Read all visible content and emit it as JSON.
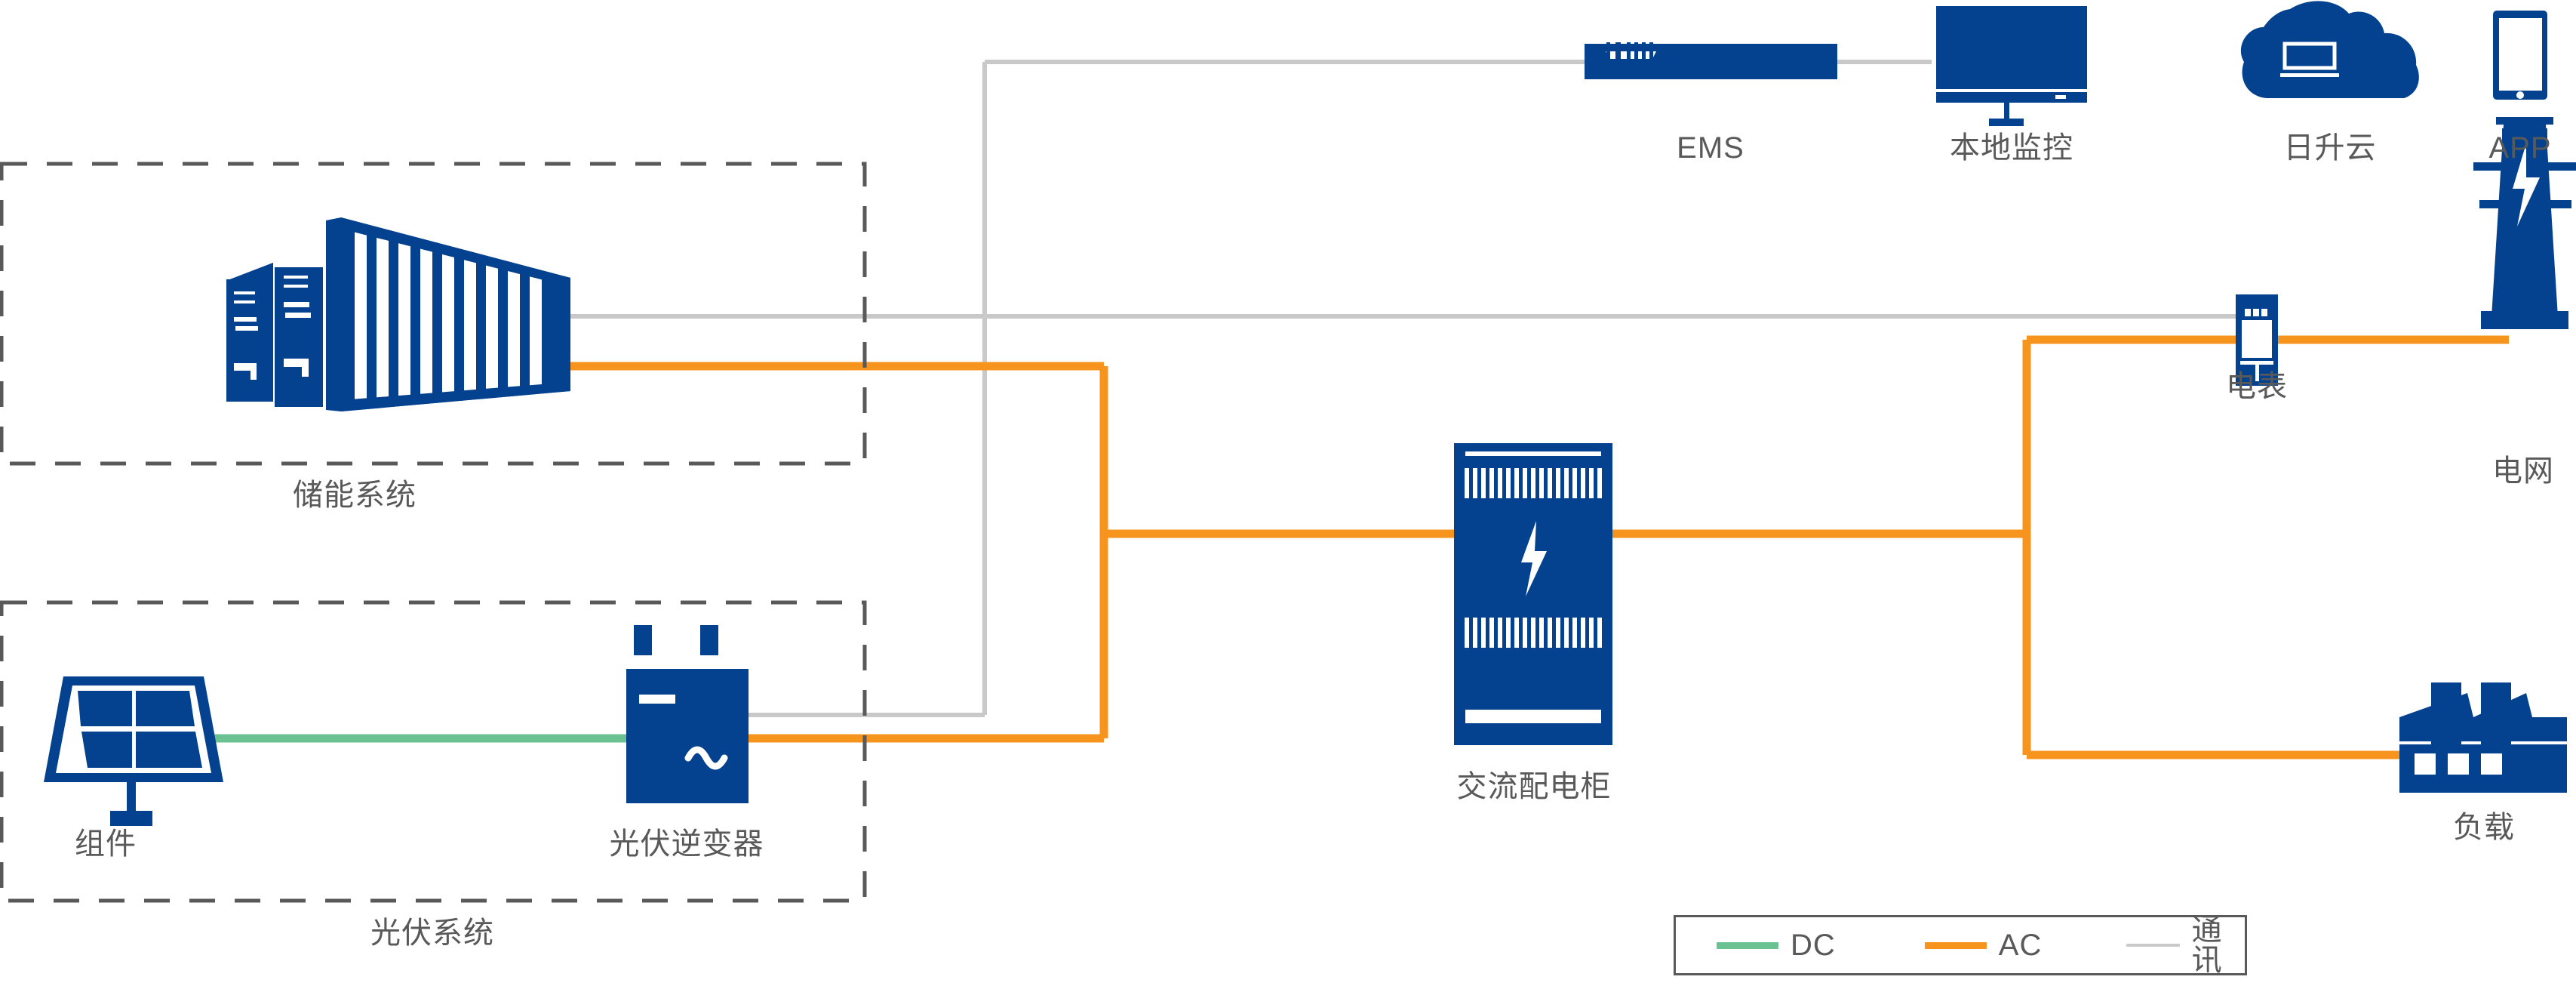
{
  "colors": {
    "brand_blue": "#04418f",
    "ac_orange": "#f7941e",
    "dc_green": "#6ac292",
    "comm_gray": "#c9c9c9",
    "label_gray": "#595959",
    "dashed_gray": "#595959",
    "background": "#ffffff"
  },
  "groups": [
    {
      "id": "ess",
      "label": "储能系统"
    },
    {
      "id": "pv",
      "label": "光伏系统"
    }
  ],
  "nodes": [
    {
      "id": "ess-container",
      "label": "储能系统",
      "icon": "battery-container-icon"
    },
    {
      "id": "pv-module",
      "label": "组件",
      "icon": "solar-panel-icon"
    },
    {
      "id": "pv-inverter",
      "label": "光伏逆变器",
      "icon": "pv-inverter-icon"
    },
    {
      "id": "ac-cabinet",
      "label": "交流配电柜",
      "icon": "ac-distribution-cabinet-icon"
    },
    {
      "id": "ems",
      "label": "EMS",
      "icon": "ems-device-icon"
    },
    {
      "id": "local-monitor",
      "label": "本地监控",
      "icon": "monitor-icon"
    },
    {
      "id": "cloud",
      "label": "日升云",
      "icon": "cloud-laptop-icon"
    },
    {
      "id": "app",
      "label": "APP",
      "icon": "smartphone-icon"
    },
    {
      "id": "meter",
      "label": "电表",
      "icon": "electricity-meter-icon"
    },
    {
      "id": "grid",
      "label": "电网",
      "icon": "transmission-tower-icon"
    },
    {
      "id": "load",
      "label": "负载",
      "icon": "factory-icon"
    }
  ],
  "legend": {
    "items": [
      {
        "id": "dc",
        "label": "DC",
        "color": "#6ac292",
        "style": "thick"
      },
      {
        "id": "ac",
        "label": "AC",
        "color": "#f7941e",
        "style": "thick"
      },
      {
        "id": "comm",
        "label": "通讯",
        "color": "#c9c9c9",
        "style": "thin"
      }
    ]
  }
}
